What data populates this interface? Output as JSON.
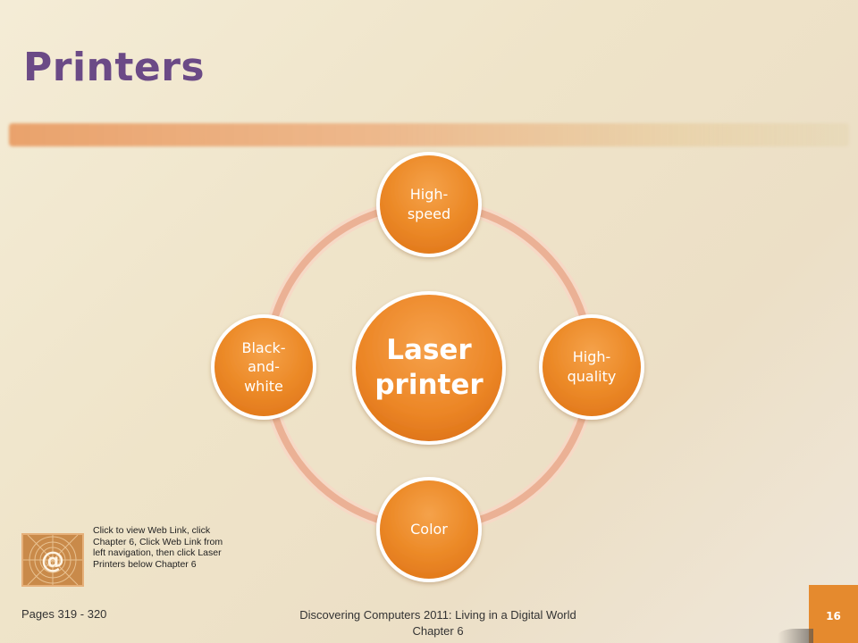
{
  "slide": {
    "title": "Printers"
  },
  "diagram": {
    "center": "Laser\nprinter",
    "nodes": {
      "top": "High-\nspeed",
      "right": "High-\nquality",
      "bottom": "Color",
      "left": "Black-\nand-\nwhite"
    }
  },
  "weblink": {
    "icon": "at-sign-icon",
    "text": "Click to view Web Link, click Chapter 6, Click Web Link from left navigation, then click Laser Printers below Chapter 6"
  },
  "footer": {
    "pages": "Pages 319 - 320",
    "book_line1": "Discovering Computers 2011: Living in a Digital World",
    "book_line2": "Chapter 6",
    "page_number": "16"
  },
  "colors": {
    "title": "#6b4a86",
    "accent_orange": "#e58a2e",
    "ring": "#e8a98a"
  }
}
